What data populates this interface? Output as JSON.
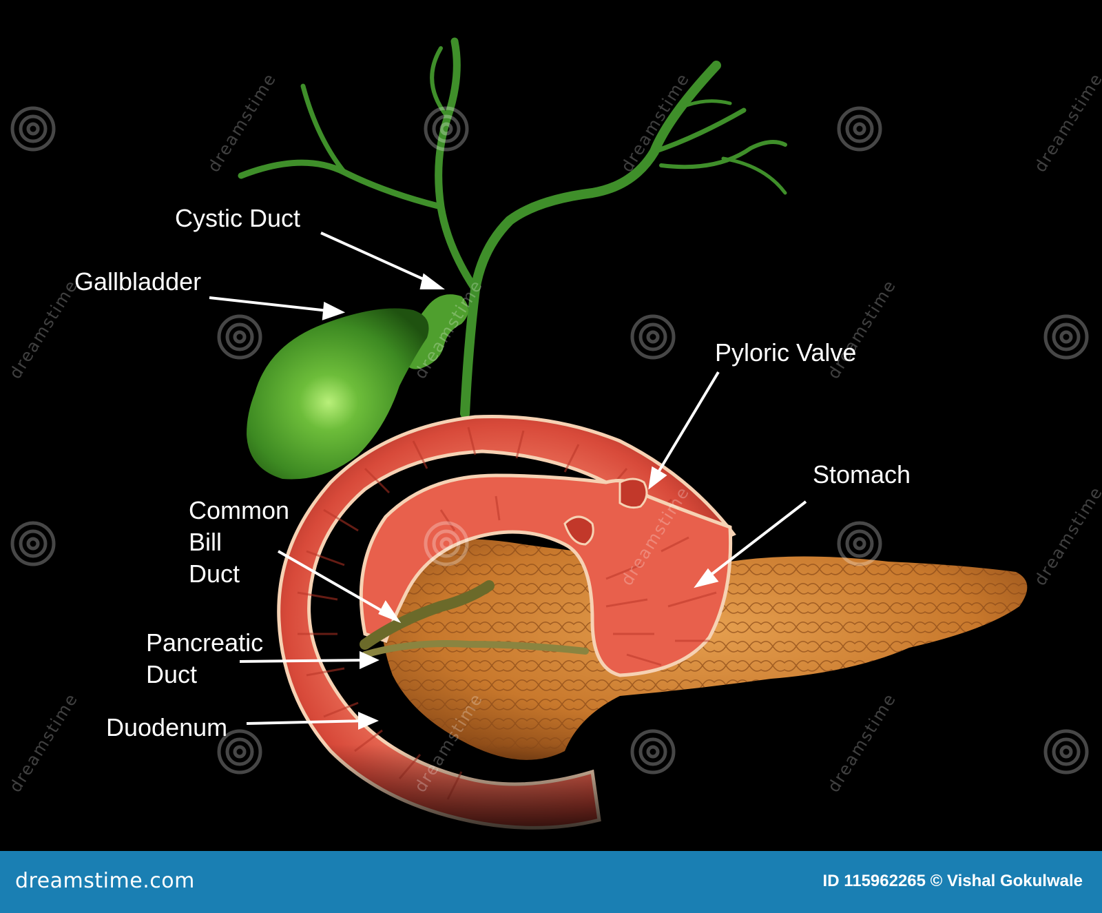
{
  "labels": {
    "cystic_duct": "Cystic Duct",
    "gallbladder": "Gallbladder",
    "pyloric_valve": "Pyloric Valve",
    "stomach": "Stomach",
    "common_bill_duct": [
      "Common",
      "Bill",
      "Duct"
    ],
    "pancreatic_duct": [
      "Pancreatic",
      "Duct"
    ],
    "duodenum": "Duodenum"
  },
  "watermark": {
    "text": "dreamstime",
    "icon": "spiral-icon"
  },
  "footer": {
    "brand": "dreamstime.com",
    "credit": "ID 115962265 © Vishal Gokulwale",
    "background_color": "#1a7fb3"
  },
  "colors": {
    "background": "#000000",
    "bile_duct": "#3f8f2a",
    "gallbladder": "#4f9f2e",
    "duodenum_wall": "#e05545",
    "duodenum_inner": "#f3c7a8",
    "pancreas": "#d9893a",
    "label_text": "#ffffff"
  }
}
